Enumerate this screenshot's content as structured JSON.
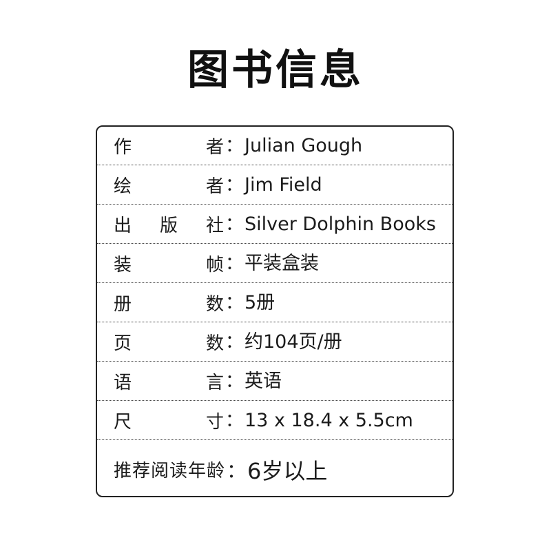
{
  "title": "图书信息",
  "rows": [
    {
      "label_chars": [
        "作",
        "者"
      ],
      "colon": "：",
      "value": "Julian Gough"
    },
    {
      "label_chars": [
        "绘",
        "者"
      ],
      "colon": "：",
      "value": "Jim Field"
    },
    {
      "label_chars": [
        "出",
        "版",
        "社"
      ],
      "colon": "：",
      "value": "Silver Dolphin Books"
    },
    {
      "label_chars": [
        "装",
        "帧"
      ],
      "colon": "：",
      "value": "平装盒装"
    },
    {
      "label_chars": [
        "册",
        "数"
      ],
      "colon": "：",
      "value": "5册"
    },
    {
      "label_chars": [
        "页",
        "数"
      ],
      "colon": "：",
      "value": "约104页/册"
    },
    {
      "label_chars": [
        "语",
        "言"
      ],
      "colon": "：",
      "value": "英语"
    },
    {
      "label_chars": [
        "尺",
        "寸"
      ],
      "colon": "：",
      "value": "13 x 18.4 x 5.5cm"
    }
  ],
  "age": {
    "label": "推荐阅读年龄",
    "colon": "：",
    "value": "6岁以上"
  }
}
